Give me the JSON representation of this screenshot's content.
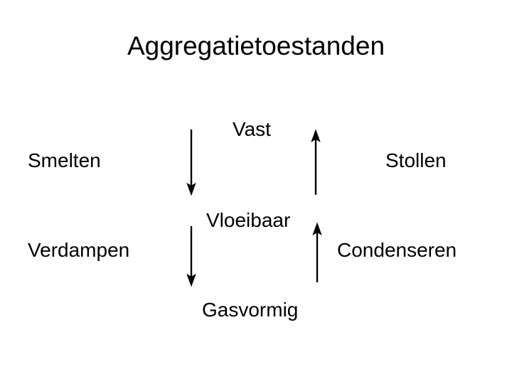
{
  "slide": {
    "title": "Aggregatietoestanden",
    "background_color": "#ffffff",
    "ink_color": "#000000"
  },
  "states": [
    {
      "id": "vast",
      "label": "Vast"
    },
    {
      "id": "vloeibaar",
      "label": "Vloeibaar"
    },
    {
      "id": "gasvormig",
      "label": "Gasvormig"
    }
  ],
  "transitions": [
    {
      "id": "smelten",
      "label": "Smelten",
      "from": "Vast",
      "to": "Vloeibaar",
      "direction": "down",
      "side": "left"
    },
    {
      "id": "stollen",
      "label": "Stollen",
      "from": "Vloeibaar",
      "to": "Vast",
      "direction": "up",
      "side": "right"
    },
    {
      "id": "verdampen",
      "label": "Verdampen",
      "from": "Vloeibaar",
      "to": "Gasvormig",
      "direction": "down",
      "side": "left"
    },
    {
      "id": "condenseren",
      "label": "Condenseren",
      "from": "Gasvormig",
      "to": "Vloeibaar",
      "direction": "up",
      "side": "right"
    }
  ],
  "arrows": [
    {
      "id": "arrow-smelten",
      "direction": "down"
    },
    {
      "id": "arrow-stollen",
      "direction": "up"
    },
    {
      "id": "arrow-verdampen",
      "direction": "down"
    },
    {
      "id": "arrow-condenseren",
      "direction": "up"
    }
  ]
}
